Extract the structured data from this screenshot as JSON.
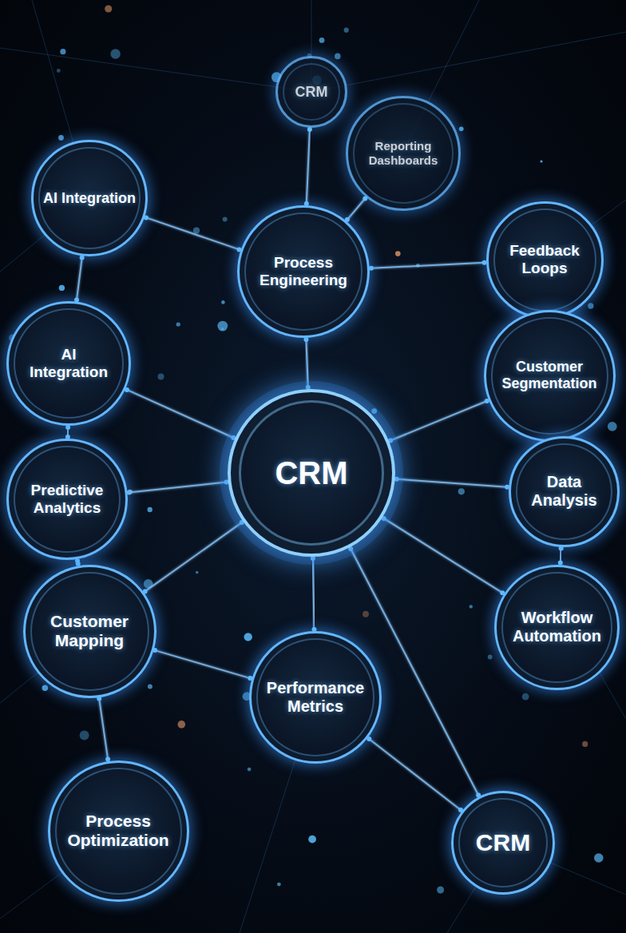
{
  "diagram": {
    "nodes": [
      {
        "text": [
          "CRM"
        ]
      },
      {
        "text": [
          "Reporting Dashboards"
        ]
      },
      {
        "text": [
          "AI Integration"
        ]
      },
      {
        "text": [
          "Process Engineering"
        ]
      },
      {
        "text": [
          "Feedback Loops"
        ]
      },
      {
        "text": [
          "AI Integration"
        ]
      },
      {
        "text": [
          "Customer Segmentation"
        ]
      },
      {
        "text": [
          "CRM"
        ]
      },
      {
        "text": [
          "Predictive Analytics"
        ]
      },
      {
        "text": [
          "Data Analysis"
        ]
      },
      {
        "text": [
          "Customer Mapping"
        ]
      },
      {
        "text": [
          "Workflow Automation"
        ]
      },
      {
        "text": [
          "Performance Metrics"
        ]
      },
      {
        "text": [
          "Process Optimization"
        ]
      },
      {
        "text": [
          "CRM"
        ]
      }
    ],
    "edges": [
      {
        "from": 3,
        "to": 0,
        "arrow": "none"
      },
      {
        "from": 3,
        "to": 1,
        "arrow": "none"
      },
      {
        "from": 3,
        "to": 2,
        "arrow": "none"
      },
      {
        "from": 3,
        "to": 4,
        "arrow": "none"
      },
      {
        "from": 7,
        "to": 3,
        "arrow": "none"
      },
      {
        "from": 2,
        "to": 5,
        "arrow": "none"
      },
      {
        "from": 4,
        "to": 6,
        "arrow": "none"
      },
      {
        "from": 7,
        "to": 5,
        "arrow": "none"
      },
      {
        "from": 7,
        "to": 6,
        "arrow": "none"
      },
      {
        "from": 5,
        "to": 8,
        "arrow": "none"
      },
      {
        "from": 7,
        "to": 8,
        "arrow": "none"
      },
      {
        "from": 6,
        "to": 9,
        "arrow": "none"
      },
      {
        "from": 7,
        "to": 9,
        "arrow": "none"
      },
      {
        "from": 8,
        "to": 10,
        "arrow": "none"
      },
      {
        "from": 7,
        "to": 10,
        "arrow": "none"
      },
      {
        "from": 9,
        "to": 11,
        "arrow": "none"
      },
      {
        "from": 7,
        "to": 11,
        "arrow": "none"
      },
      {
        "from": 7,
        "to": 12,
        "arrow": "none"
      },
      {
        "from": 10,
        "to": 12,
        "arrow": "none"
      },
      {
        "from": 10,
        "to": 13,
        "arrow": "none"
      },
      {
        "from": 12,
        "to": 14,
        "arrow": "none"
      },
      {
        "from": 7,
        "to": 14,
        "arrow": "none"
      }
    ]
  }
}
